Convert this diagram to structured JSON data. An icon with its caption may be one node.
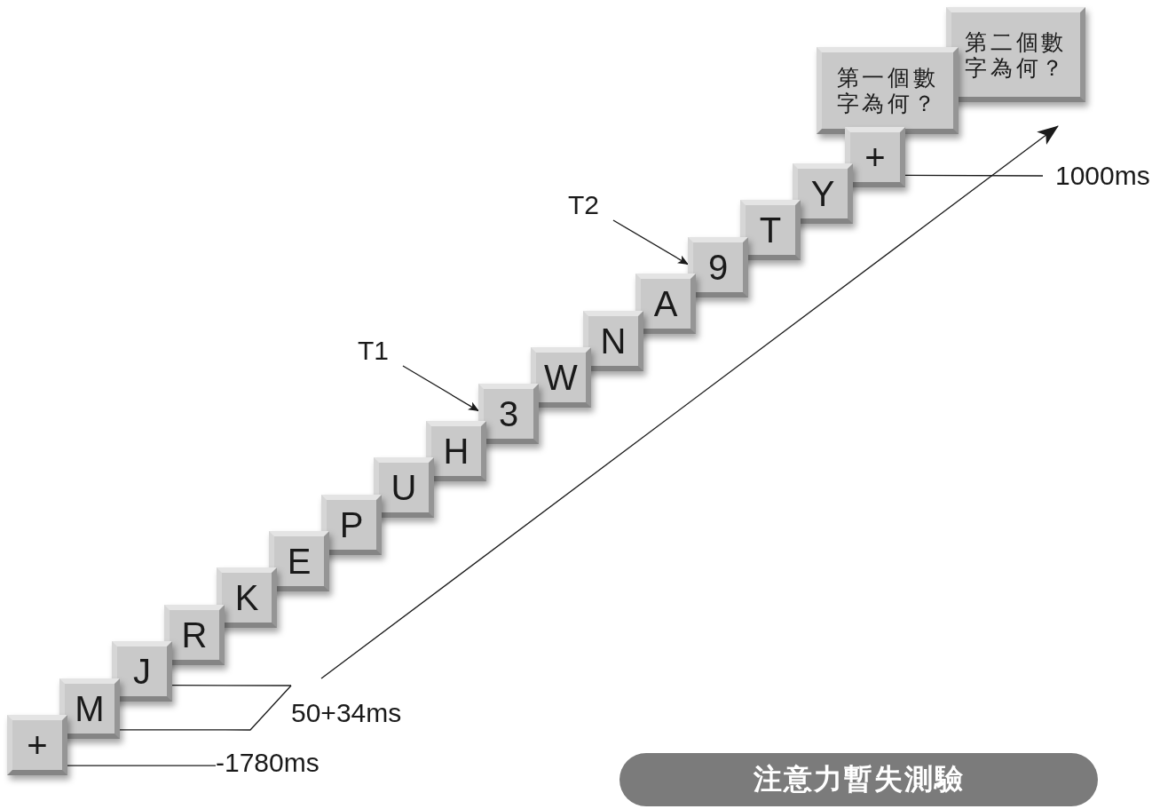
{
  "diagram": {
    "title": "注意力暫失測驗",
    "nodes": [
      {
        "text": [
          "+"
        ]
      },
      {
        "text": [
          "M"
        ]
      },
      {
        "text": [
          "J"
        ]
      },
      {
        "text": [
          "R"
        ]
      },
      {
        "text": [
          "K"
        ]
      },
      {
        "text": [
          "E"
        ]
      },
      {
        "text": [
          "P"
        ]
      },
      {
        "text": [
          "U"
        ]
      },
      {
        "text": [
          "H"
        ]
      },
      {
        "text": [
          "3"
        ]
      },
      {
        "text": [
          "W"
        ]
      },
      {
        "text": [
          "N"
        ]
      },
      {
        "text": [
          "A"
        ]
      },
      {
        "text": [
          "9"
        ]
      },
      {
        "text": [
          "T"
        ]
      },
      {
        "text": [
          "Y"
        ]
      },
      {
        "text": [
          "+"
        ]
      },
      {
        "text": [
          "第一個數字為何？"
        ]
      },
      {
        "text": [
          "第二個數字為何？"
        ]
      },
      {
        "text": [
          "T1"
        ]
      },
      {
        "text": [
          "T2"
        ]
      },
      {
        "text": [
          "-1780ms"
        ]
      },
      {
        "text": [
          "50+34ms"
        ]
      },
      {
        "text": [
          "1000ms"
        ]
      }
    ],
    "edges": [
      {
        "from": 21,
        "to": 0,
        "arrow": "none"
      },
      {
        "from": 22,
        "to": 1,
        "arrow": "none"
      },
      {
        "from": 22,
        "to": 2,
        "arrow": "none"
      },
      {
        "from": 23,
        "to": 16,
        "arrow": "none"
      },
      {
        "from": 19,
        "to": 9,
        "arrow": "to"
      },
      {
        "from": 20,
        "to": 13,
        "arrow": "to"
      }
    ]
  }
}
